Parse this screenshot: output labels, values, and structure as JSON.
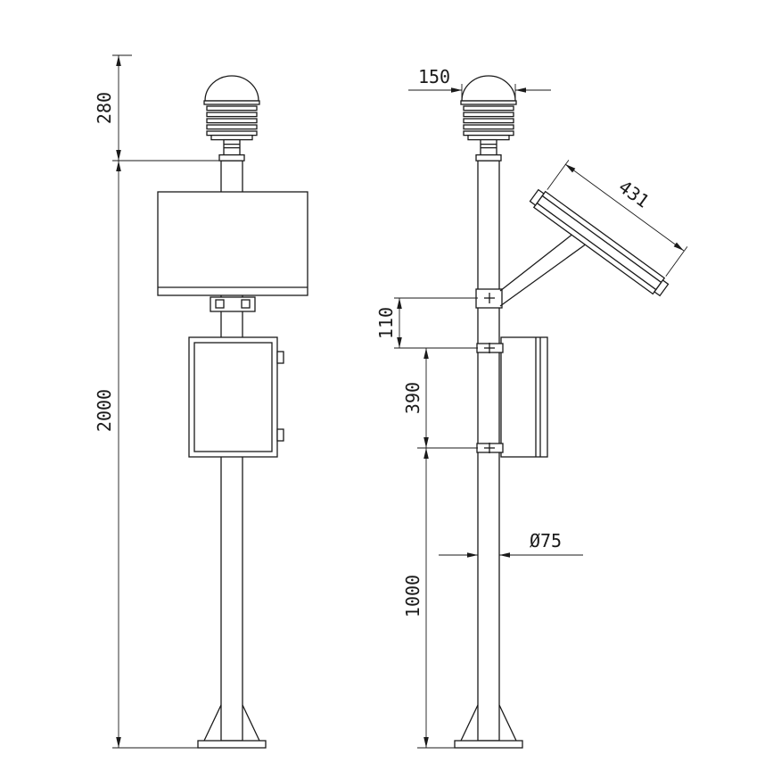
{
  "dimensions": {
    "sensor_height": "280",
    "total_height": "2000",
    "sensor_diameter": "150",
    "solar_panel_length": "431",
    "bracket_spacing": "110",
    "cabinet_mount_height": "390",
    "lower_pole_height": "1000",
    "pole_diameter": "Ø75"
  },
  "colors": {
    "line": "#1a1a1a",
    "background": "#ffffff"
  }
}
